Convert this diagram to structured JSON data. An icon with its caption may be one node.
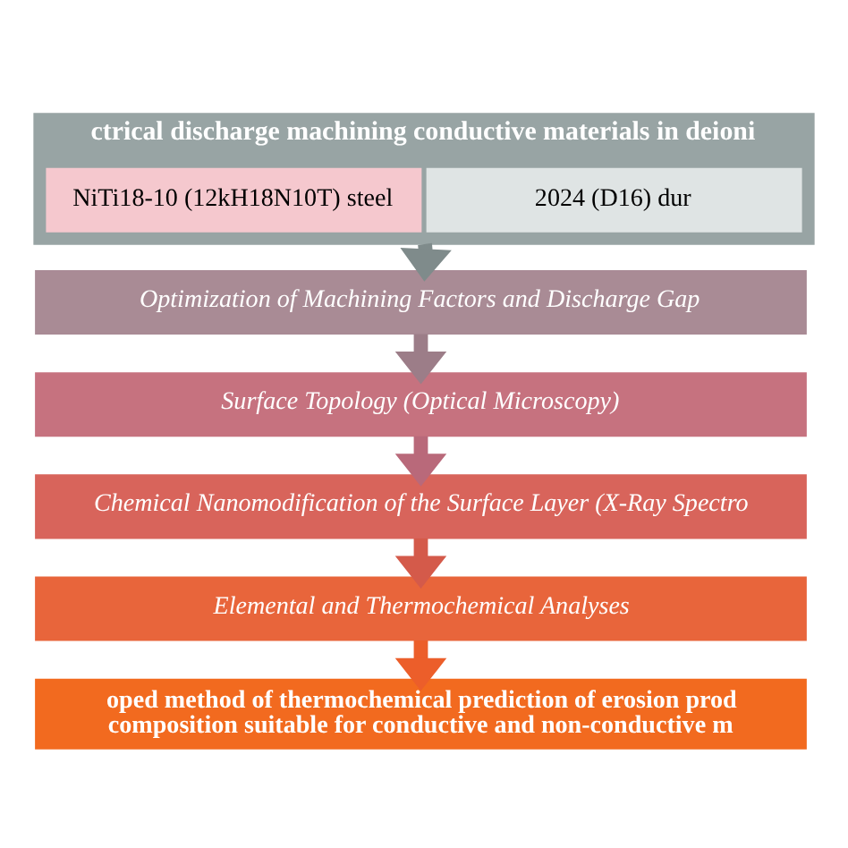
{
  "diagram": {
    "nodes": [
      {
        "text": [
          "ctrical discharge machining conductive materials in deioni"
        ]
      },
      {
        "text": [
          "NiTi18-10 (12kH18N10T) steel"
        ],
        "in": 0
      },
      {
        "text": [
          "2024 (D16) dur"
        ],
        "in": 0
      },
      {
        "text": [
          "Optimization of Machining Factors and Discharge Gap"
        ]
      },
      {
        "text": [
          "Surface Topology (Optical Microscopy)"
        ]
      },
      {
        "text": [
          "Chemical Nanomodification of the Surface Layer (X-Ray Spectro"
        ]
      },
      {
        "text": [
          "Elemental and Thermochemical Analyses"
        ]
      },
      {
        "text": [
          "oped method of thermochemical prediction of erosion prod composition suitable for conductive and non-conductive m"
        ]
      }
    ],
    "edges": [
      {
        "from": 0,
        "to": 3,
        "arrow": "to",
        "color": "#7f8b8b"
      },
      {
        "from": 3,
        "to": 4,
        "arrow": "to",
        "color": "#9c7d88"
      },
      {
        "from": 4,
        "to": 5,
        "arrow": "to",
        "color": "#b9697a"
      },
      {
        "from": 5,
        "to": 6,
        "arrow": "to",
        "color": "#d45a4a"
      },
      {
        "from": 6,
        "to": 7,
        "arrow": "to",
        "color": "#ec5e2a"
      }
    ]
  }
}
